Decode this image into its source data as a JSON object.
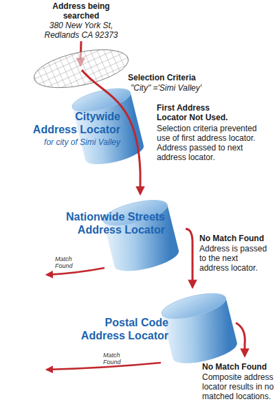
{
  "diagram": {
    "nodes": [
      {
        "text": [
          "Citywide Address Locator",
          "for city of Simi Valley"
        ]
      },
      {
        "text": [
          "Nationwide Streets Address Locator"
        ]
      },
      {
        "text": [
          "Postal Code Address Locator"
        ]
      }
    ],
    "edges": [
      {
        "from": 0,
        "to": 1,
        "arrow": "to"
      },
      {
        "from": 1,
        "to": 2,
        "arrow": "to"
      }
    ],
    "labels": [
      "Address being searched",
      "380 New York St, Redlands CA 92373",
      "Selection Criteria",
      "\"City\" ='Simi Valley'",
      "First Address Locator Not Used.",
      "Selection criteria prevented use of first address locator. Address passed to next address locator.",
      "Match Found",
      "No Match Found",
      "Address is passed to the next address locator.",
      "Match Found",
      "No Match Found",
      "Composite address locator results in no matched locations."
    ]
  }
}
